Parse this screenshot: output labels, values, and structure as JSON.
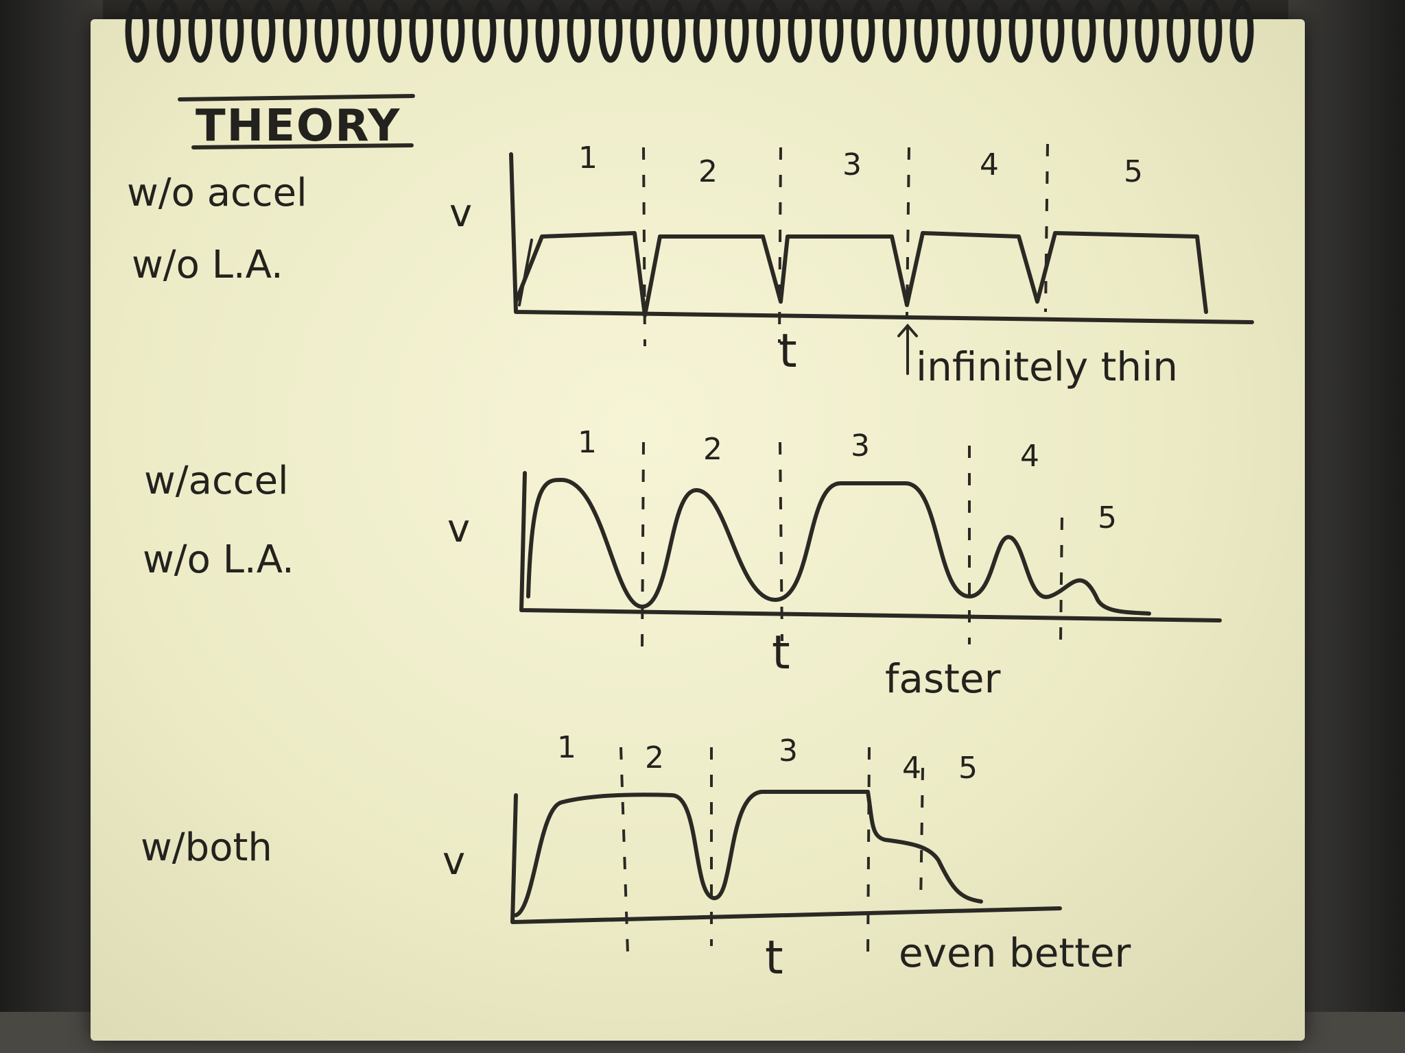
{
  "title": "THEORY",
  "panels": [
    {
      "labels": [
        "w/o accel",
        "w/o L.A."
      ],
      "y_axis": "v",
      "x_axis": "t",
      "segments": [
        "1",
        "2",
        "3",
        "4",
        "5"
      ],
      "annotation": "infinitely thin"
    },
    {
      "labels": [
        "w/accel",
        "w/o L.A."
      ],
      "y_axis": "v",
      "x_axis": "t",
      "segments": [
        "1",
        "2",
        "3",
        "4",
        "5"
      ],
      "annotation": "faster"
    },
    {
      "labels": [
        "w/both"
      ],
      "y_axis": "v",
      "x_axis": "t",
      "segments": [
        "1",
        "2",
        "3",
        "4",
        "5"
      ],
      "annotation": "even better"
    }
  ],
  "colors": {
    "paper": "#f4f2d2",
    "ink": "#2a2924",
    "background": "#2b2a27"
  }
}
